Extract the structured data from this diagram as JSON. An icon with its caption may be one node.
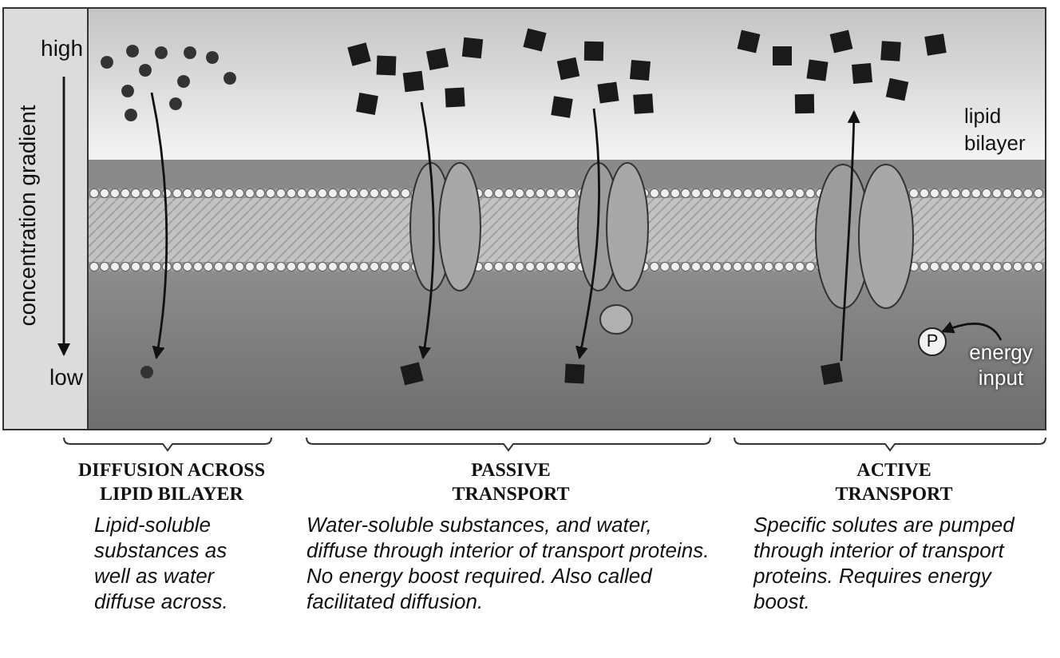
{
  "diagram": {
    "nodes": [
      {
        "text": [
          "P"
        ]
      },
      {
        "text": [
          "energy input"
        ]
      }
    ],
    "edges": [
      {
        "from": 1,
        "to": 0,
        "arrow": "to"
      }
    ],
    "labels": [
      "high",
      "concentration gradient",
      "low",
      "lipid bilayer",
      "DIFFUSION ACROSS LIPID BILAYER",
      "PASSIVE TRANSPORT",
      "ACTIVE TRANSPORT",
      "Lipid-soluble substances as well as water diffuse across.",
      "Water-soluble substances, and water, diffuse through interior of transport proteins. No energy boost required. Also called facilitated diffusion.",
      "Specific solutes are pumped through interior of transport proteins. Requires energy boost."
    ]
  }
}
